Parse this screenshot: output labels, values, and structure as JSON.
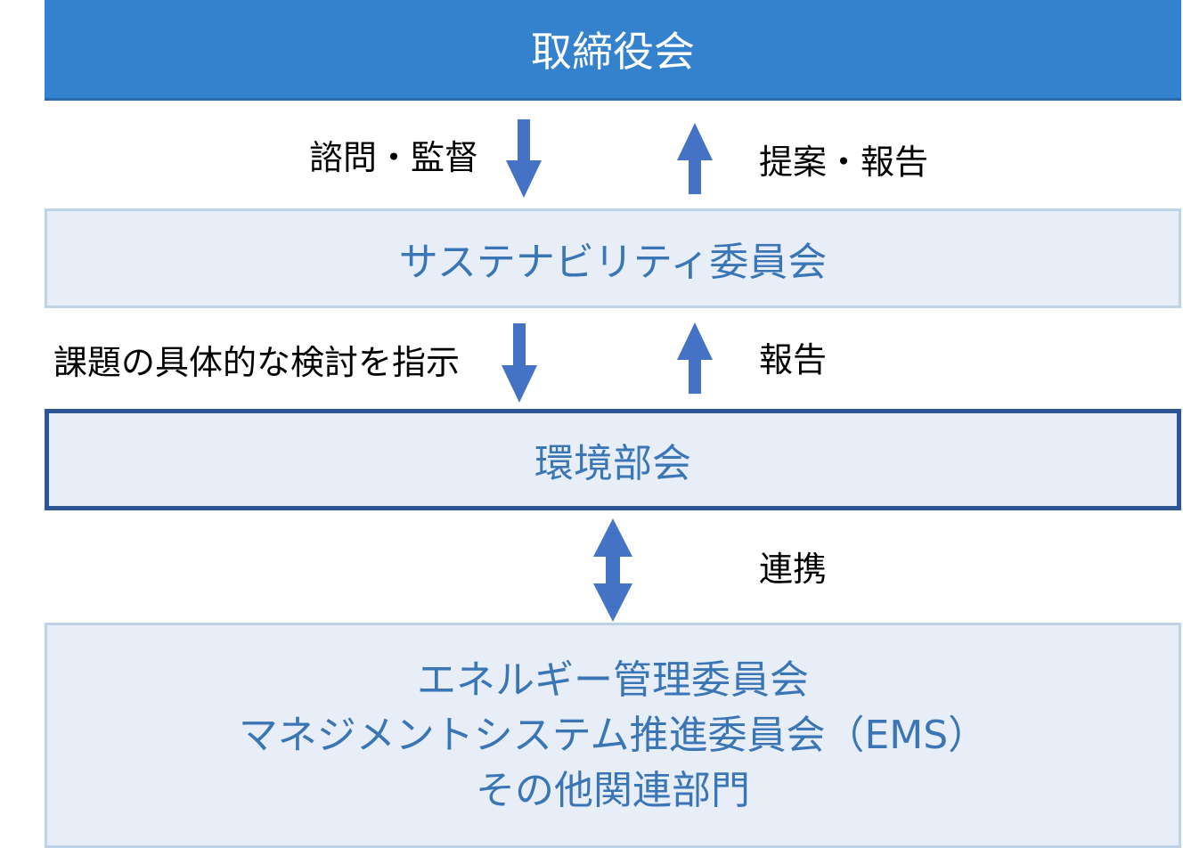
{
  "boxes": {
    "board": "取締役会",
    "sustainability": "サステナビリティ委員会",
    "environment": "環境部会",
    "ems": [
      "エネルギー管理委員会",
      "マネジメントシステム推進委員会（EMS）",
      "その他関連部門"
    ]
  },
  "labels": {
    "consult_supervise": "諮問・監督",
    "propose_report": "提案・報告",
    "instruct_review": "課題の具体的な検討を指示",
    "report": "報告",
    "cooperate": "連携"
  },
  "colors": {
    "board_fill": "#3481cd",
    "light_fill": "#e8eef8",
    "light_border": "#bcd3ea",
    "env_border": "#2f5597",
    "box_text": "#3a75b5",
    "arrow": "#4472c4"
  }
}
